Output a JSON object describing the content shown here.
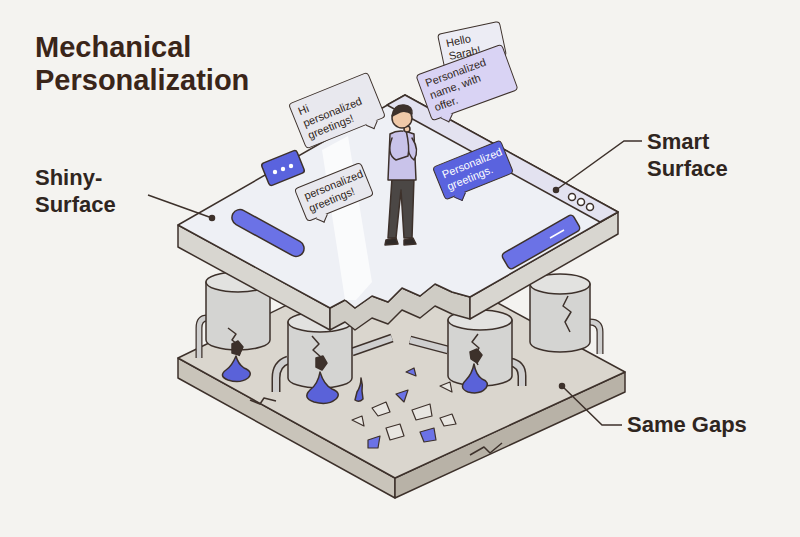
{
  "diagram": {
    "title": "Mechanical Personalization",
    "nodes": [
      {
        "text": [
          "Hello Sarah!"
        ]
      },
      {
        "text": [
          "Personalized name, with offer."
        ]
      },
      {
        "text": [
          "Hi personalized greetings!"
        ]
      },
      {
        "text": [
          "Personalized greetings."
        ]
      },
      {
        "text": [
          "personalized greetings!"
        ]
      }
    ],
    "labels": [
      "Shiny-Surface",
      "Smart Surface",
      "Same Gaps"
    ]
  }
}
